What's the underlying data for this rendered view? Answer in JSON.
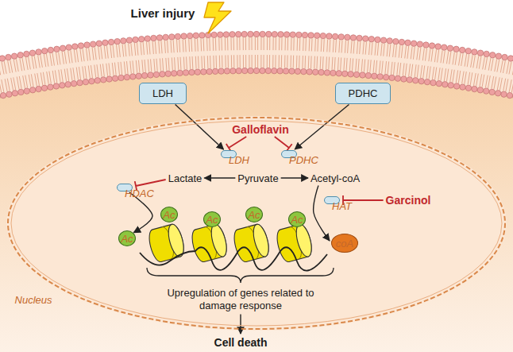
{
  "diagram": {
    "title": "Liver injury",
    "nodes": [
      {
        "text": [
          "LDH"
        ]
      },
      {
        "text": [
          "PDHC"
        ]
      },
      {
        "text": [
          "Nucleus"
        ]
      },
      {
        "text": [
          "LDH"
        ],
        "in": 2
      },
      {
        "text": [
          "PDHC"
        ],
        "in": 2
      },
      {
        "text": [
          "HDAC"
        ],
        "in": 2
      },
      {
        "text": [
          "HAT"
        ],
        "in": 2
      },
      {
        "text": [
          "Ac"
        ],
        "in": 2
      },
      {
        "text": [
          "Ac"
        ],
        "in": 2
      },
      {
        "text": [
          "Ac"
        ],
        "in": 2
      },
      {
        "text": [
          "Ac"
        ],
        "in": 2
      },
      {
        "text": [
          "Ac"
        ],
        "in": 2
      },
      {
        "text": [
          "coA"
        ],
        "in": 2
      }
    ],
    "edges": [
      {
        "from": 0,
        "to": 3,
        "arrow": "to"
      },
      {
        "from": 1,
        "to": 4,
        "arrow": "to"
      },
      {
        "from": 5,
        "to": 11,
        "arrow": "to"
      }
    ],
    "labels": [
      "Galloflavin",
      "Lactate",
      "Pyruvate",
      "Acetyl-coA",
      "Garcinol",
      "Upregulation of genes related to damage response",
      "Cell death"
    ]
  }
}
